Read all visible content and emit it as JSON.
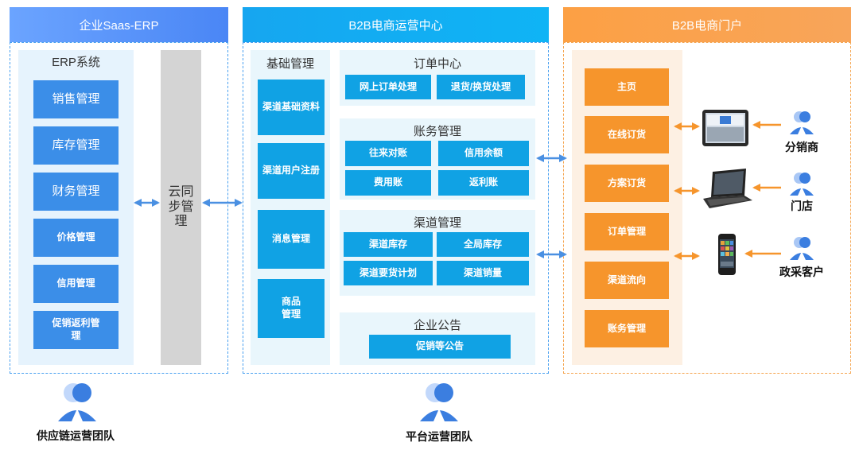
{
  "sections": {
    "erp": {
      "header": "企业Saas-ERP",
      "title": "ERP系统",
      "items": [
        "销售管理",
        "库存管理",
        "财务管理",
        "价格管理",
        "信用管理",
        "促销返利管理"
      ],
      "cloud": "云同步管理"
    },
    "b2b": {
      "header": "B2B电商运营中心",
      "base": {
        "title": "基础管理",
        "items": [
          "渠道基础资料",
          "渠道用户注册",
          "消息管理",
          "商品管理"
        ]
      },
      "order": {
        "title": "订单中心",
        "items": [
          "网上订单处理",
          "退货/换货处理"
        ]
      },
      "finance": {
        "title": "账务管理",
        "items": [
          "往来对账",
          "信用余额",
          "费用账",
          "返利账"
        ]
      },
      "channel": {
        "title": "渠道管理",
        "items": [
          "渠道库存",
          "全局库存",
          "渠道要货计划",
          "渠道销量"
        ]
      },
      "notice": {
        "title": "企业公告",
        "items": [
          "促销等公告"
        ]
      }
    },
    "portal": {
      "header": "B2B电商门户",
      "items": [
        "主页",
        "在线订货",
        "方案订货",
        "订单管理",
        "渠道流向",
        "账务管理"
      ]
    }
  },
  "actors": {
    "distributor": "分销商",
    "store": "门店",
    "gov": "政采客户"
  },
  "teams": {
    "supply": "供应链运营团队",
    "platform": "平台运营团队"
  },
  "colors": {
    "erp": "#3b8ee8",
    "b2b": "#10a2e4",
    "portal": "#f6952c",
    "arrow_blue": "#4a90e2",
    "arrow_orange": "#f6952c"
  }
}
